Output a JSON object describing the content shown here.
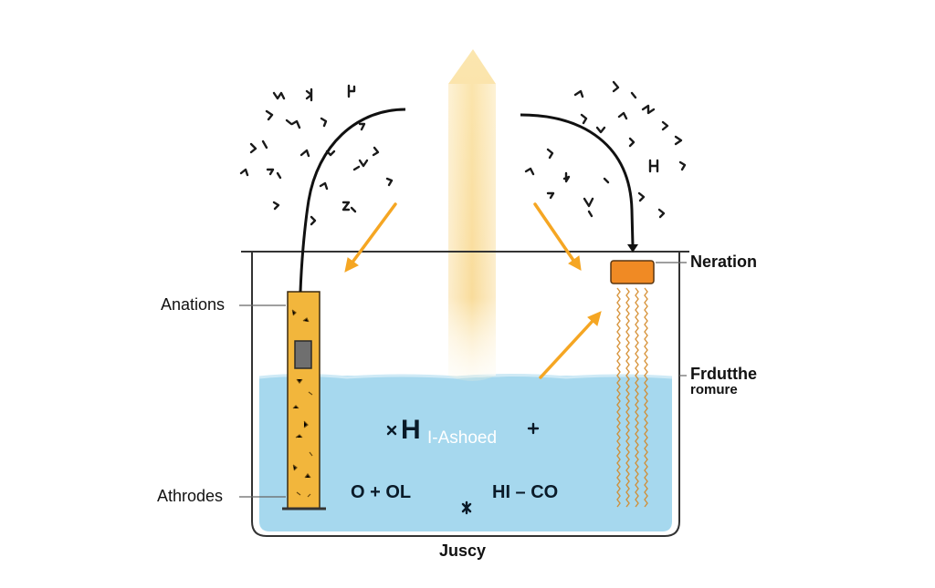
{
  "labels": {
    "anations": "Anations",
    "athrodes": "Athrodes",
    "neration": "Neration",
    "frdutthe": "Frdutthe",
    "romure": "romure",
    "juscy": "Juscy"
  },
  "equations": {
    "h_symbol": "H",
    "ashoed": "I-Ashoed",
    "left": "O + OL",
    "right": "HI – CO"
  },
  "colors": {
    "water": "#a6d8ee",
    "electrode_fill": "#f2b63c",
    "electrode_cap": "#f08a24",
    "arrow": "#f5a623",
    "beam": "#f9dc8a",
    "ink": "#111111"
  }
}
